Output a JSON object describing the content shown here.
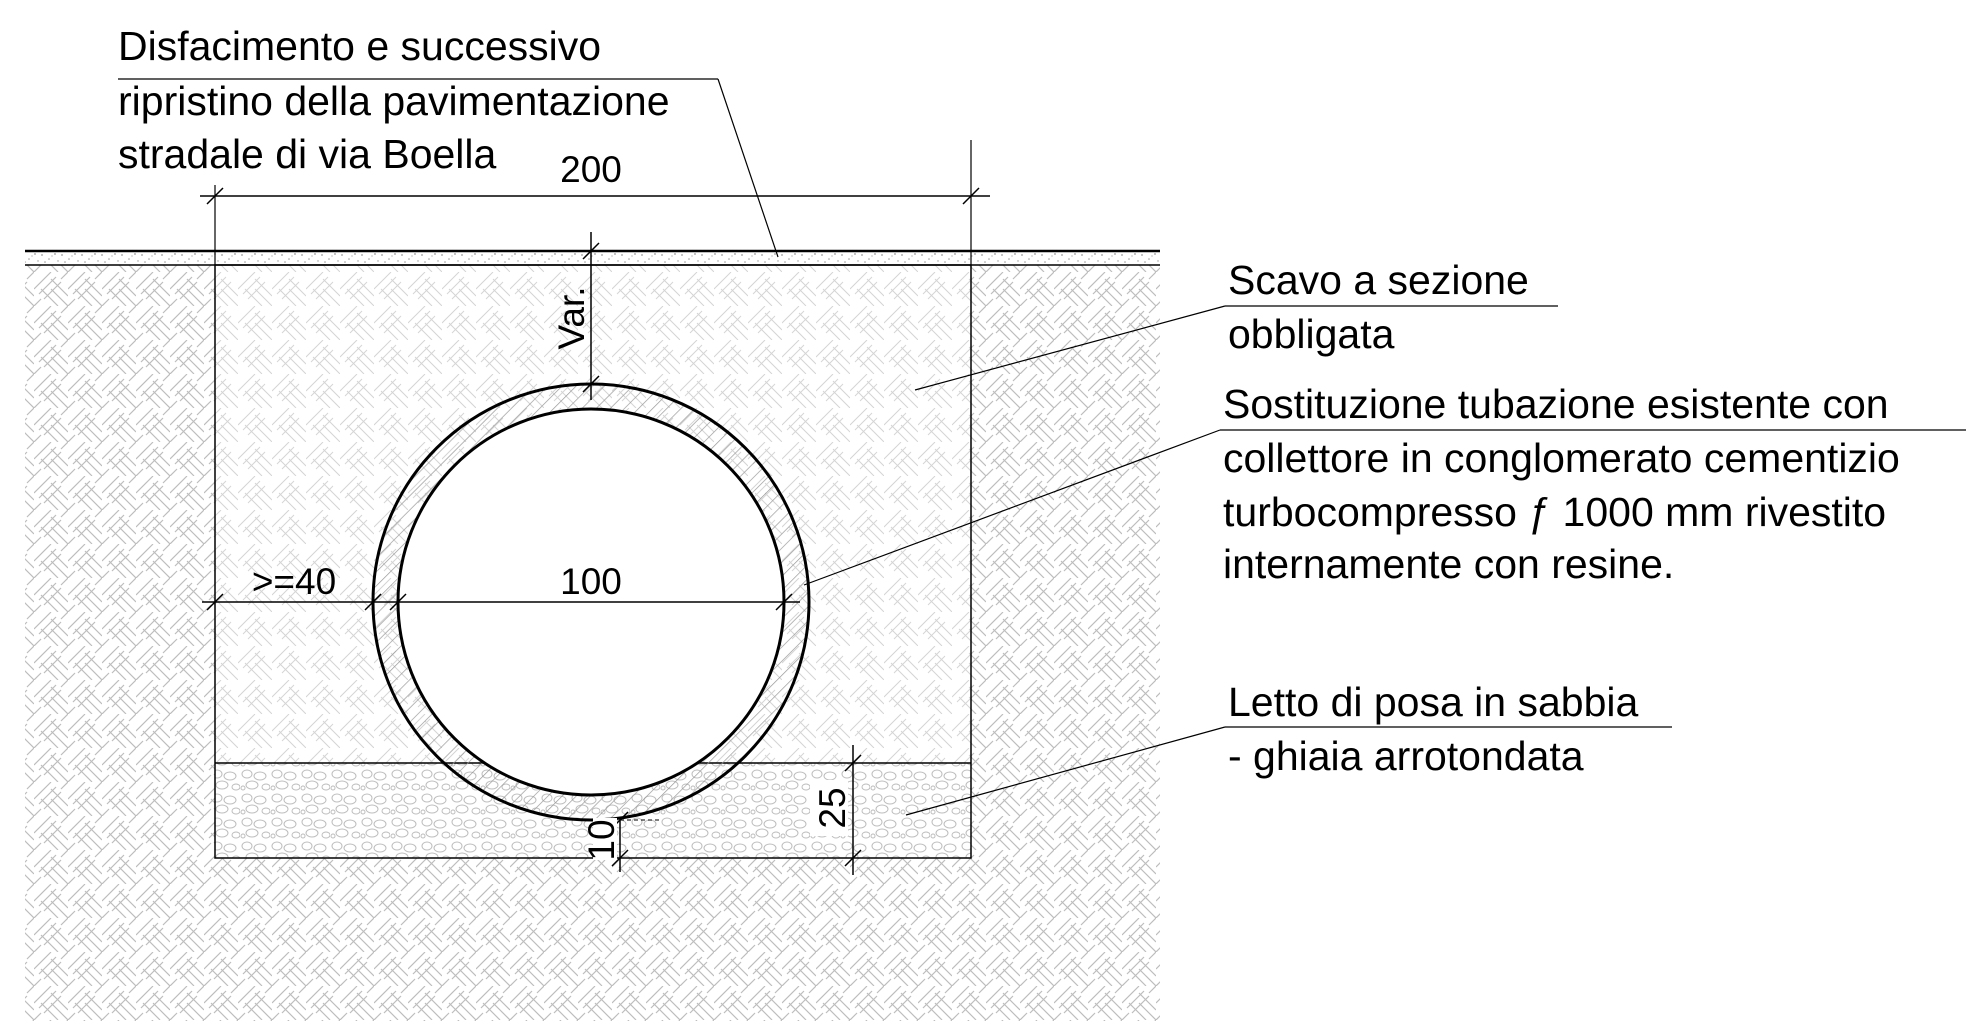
{
  "labels": {
    "pavement": [
      "Disfacimento e successivo",
      "ripristino della pavimentazione",
      "stradale di via Boella"
    ],
    "excavation": [
      "Scavo a sezione",
      "obbligata"
    ],
    "pipe": [
      "Sostituzione tubazione esistente con",
      "collettore in conglomerato cementizio",
      "turbocompresso ƒ 1000 mm rivestito",
      "internamente con resine."
    ],
    "bedding": [
      "Letto di posa in sabbia",
      "- ghiaia arrotondata"
    ]
  },
  "dimensions": {
    "trench_width": "200",
    "cover_depth": "Var.",
    "side_clearance": ">=40",
    "pipe_diameter": "100",
    "bed_under_pipe": "10",
    "bed_thickness": "25"
  }
}
